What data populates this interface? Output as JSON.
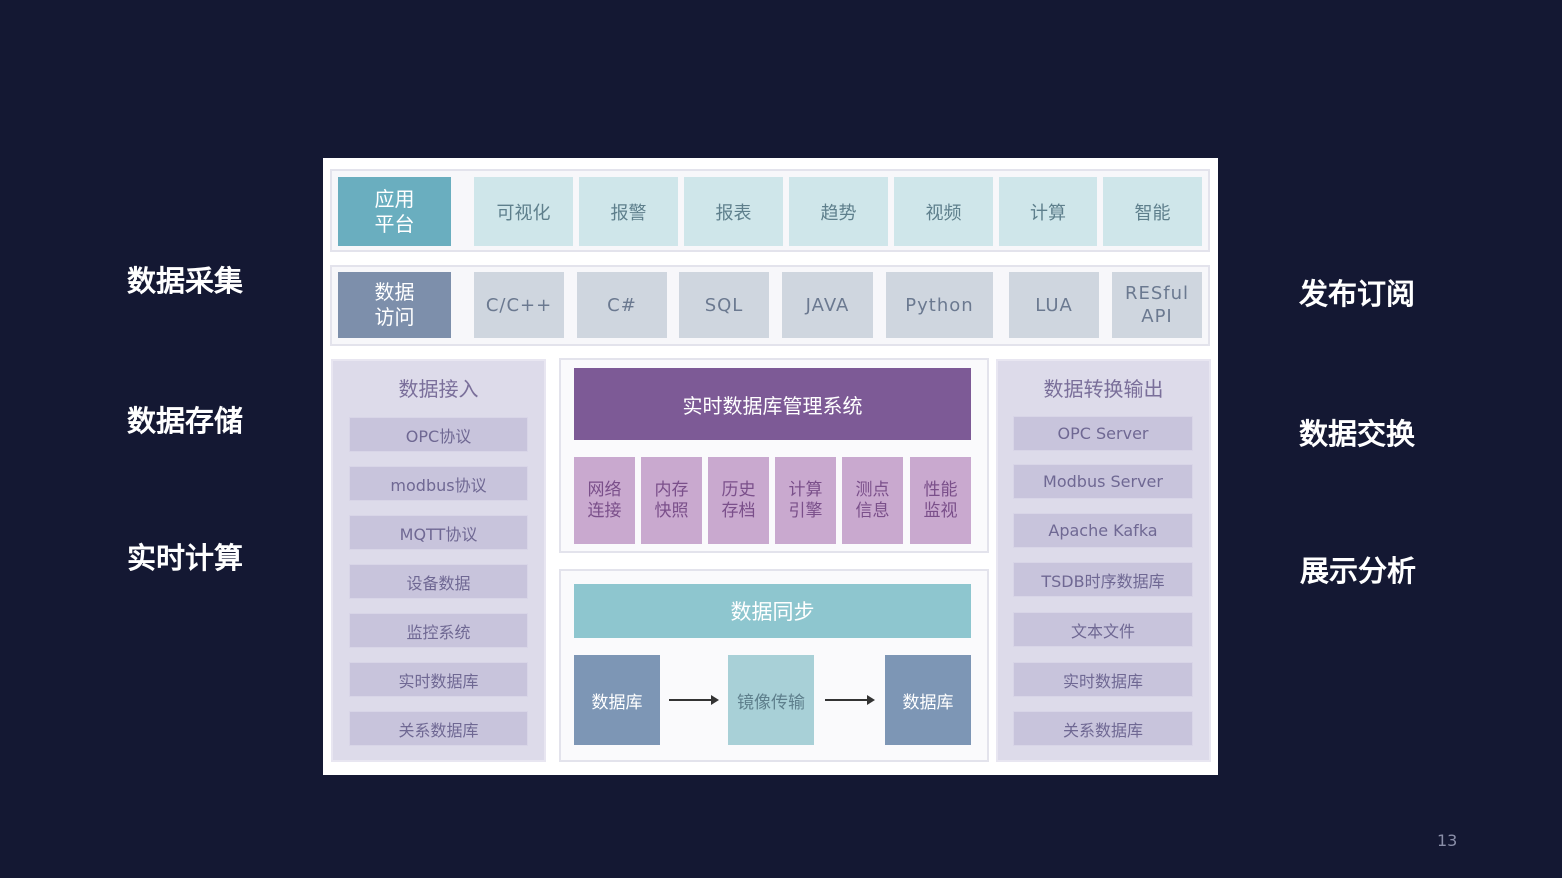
{
  "left_labels": [
    "数据采集",
    "数据存储",
    "实时计算"
  ],
  "right_labels": [
    "发布订阅",
    "数据交换",
    "展示分析"
  ],
  "page_number": "13",
  "app_platform": {
    "head": "应用\n平台",
    "cells": [
      "可视化",
      "报警",
      "报表",
      "趋势",
      "视频",
      "计算",
      "智能"
    ]
  },
  "data_access": {
    "head": "数据\n访问",
    "cells": [
      "C/C++",
      "C#",
      "SQL",
      "JAVA",
      "Python",
      "LUA",
      "RESful\nAPI"
    ]
  },
  "ingest": {
    "title": "数据接入",
    "items": [
      "OPC协议",
      "modbus协议",
      "MQTT协议",
      "设备数据",
      "监控系统",
      "实时数据库",
      "关系数据库"
    ]
  },
  "rdbms": {
    "title": "实时数据库管理系统",
    "modules": [
      "网络\n连接",
      "内存\n快照",
      "历史\n存档",
      "计算\n引擎",
      "测点\n信息",
      "性能\n监视"
    ]
  },
  "sync": {
    "title": "数据同步",
    "left_db": "数据库",
    "mirror": "镜像传输",
    "right_db": "数据库"
  },
  "output": {
    "title": "数据转换输出",
    "items": [
      "OPC Server",
      "Modbus Server",
      "Apache Kafka",
      "TSDB时序数据库",
      "文本文件",
      "实时数据库",
      "关系数据库"
    ]
  }
}
